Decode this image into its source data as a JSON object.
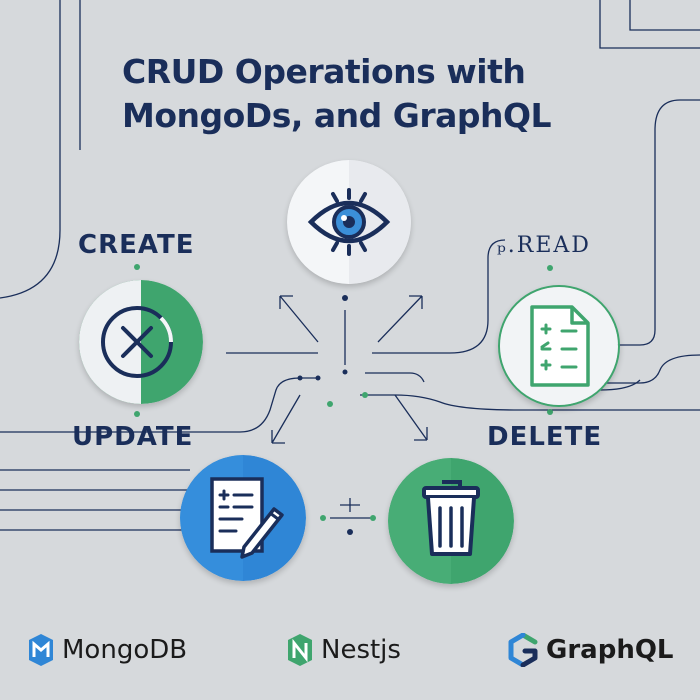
{
  "title": {
    "line1": "CRUD Operations with",
    "line2": "MongoDs, and GraphQL"
  },
  "operations": {
    "create": "CREATE",
    "read": "ₚ.READ",
    "update": "UPDATE",
    "delete": "DELETE"
  },
  "icons": {
    "read": "eye-icon",
    "create": "x-icon",
    "read_document": "document-icon",
    "update": "edit-document-icon",
    "delete": "trash-icon"
  },
  "brands": {
    "mongodb": "MongoDB",
    "nestjs": "Nestjs",
    "graphql": "GraphQL"
  },
  "colors": {
    "background": "#d6d9dc",
    "navy": "#1a2e5a",
    "green": "#3fa56e",
    "blue": "#2f86d6",
    "white": "#f4f6f8"
  }
}
